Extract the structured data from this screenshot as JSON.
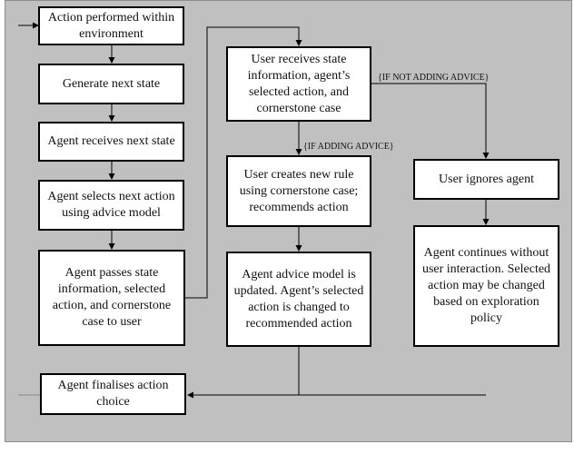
{
  "flowchart": {
    "boxes": {
      "action_performed": "Action performed within environment",
      "generate_next_state": "Generate next state",
      "agent_receives_next_state": "Agent receives next state",
      "agent_selects_action": "Agent selects next action using advice model",
      "agent_passes_info": "Agent passes state information, selected action, and cornerstone case to user",
      "user_receives_info": "User receives state information, agent’s selected action, and cornerstone case",
      "user_creates_rule": "User creates new rule using cornerstone case; recommends action",
      "advice_model_updated": "Agent advice model is updated. Agent’s selected action is changed to recommended action",
      "user_ignores_agent": "User ignores agent",
      "agent_continues": "Agent continues without user interaction. Selected action may be changed based on exploration policy",
      "agent_finalises": "Agent finalises action choice"
    },
    "conditions": {
      "not_adding_advice": "{IF NOT ADDING ADVICE}",
      "adding_advice": "{IF ADDING ADVICE}"
    }
  },
  "colors": {
    "panel_background": "#c0c0c0",
    "box_fill": "#ffffff",
    "lines": "#000000"
  }
}
